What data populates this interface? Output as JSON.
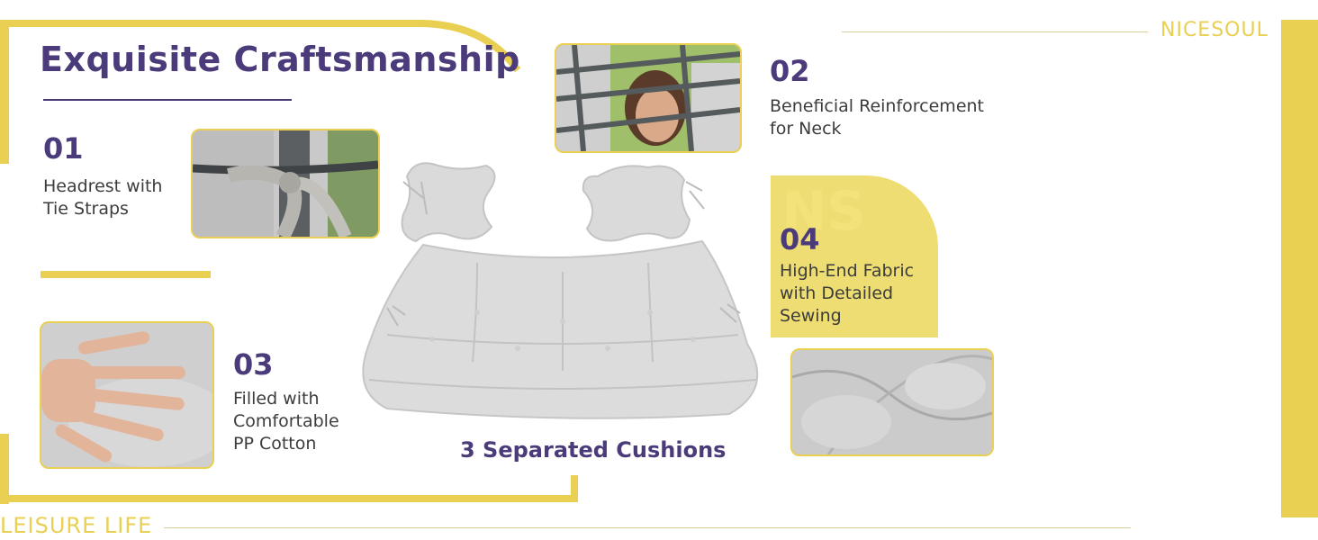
{
  "header": {
    "title": "Exquisite Craftsmanship",
    "brand": "NICESOUL"
  },
  "footer": {
    "brand": "LEISURE LIFE"
  },
  "features": [
    {
      "number": "01",
      "lines": [
        "Headrest with",
        "Tie Straps"
      ]
    },
    {
      "number": "02",
      "lines": [
        "Beneficial Reinforcement",
        "for Neck"
      ]
    },
    {
      "number": "03",
      "lines": [
        "Filled with",
        "Comfortable",
        "PP Cotton"
      ]
    },
    {
      "number": "04",
      "lines": [
        "High-End Fabric",
        "with Detailed",
        "Sewing"
      ]
    }
  ],
  "product": {
    "caption": "3 Separated Cushions",
    "watermark": "NS"
  },
  "colors": {
    "accent": "#e9cf52",
    "heading": "#4b3b7a",
    "cushion": "#d9d9d9"
  }
}
